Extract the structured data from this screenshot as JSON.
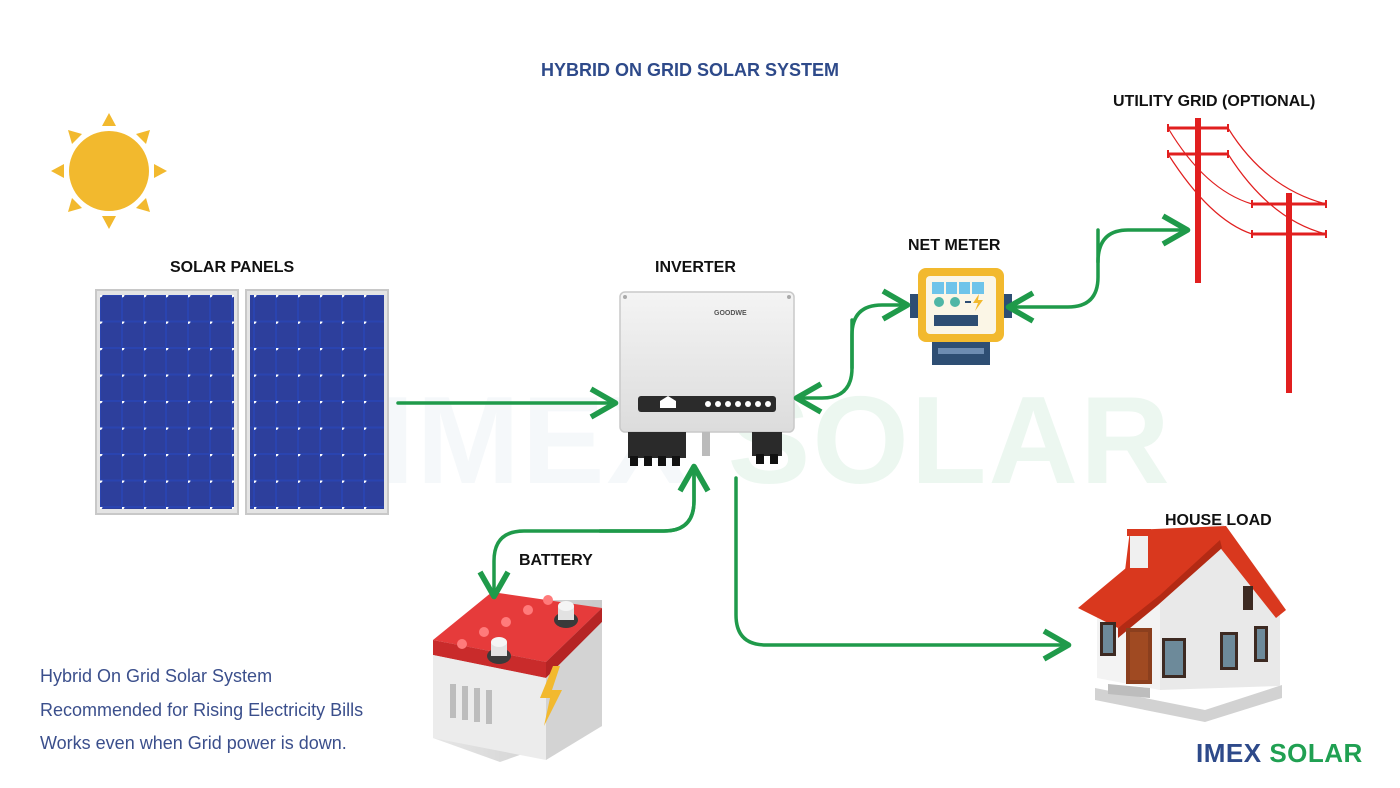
{
  "title": "HYBRID ON GRID SOLAR SYSTEM",
  "labels": {
    "solar_panels": "SOLAR PANELS",
    "inverter": "INVERTER",
    "net_meter": "NET METER",
    "utility_grid": "UTILITY GRID (OPTIONAL)",
    "battery": "BATTERY",
    "house_load": "HOUSE LOAD"
  },
  "inverter_brand": "GOODWE",
  "notes": [
    "Hybrid On Grid Solar System",
    "Recommended for Rising Electricity Bills",
    "Works even when Grid power is down."
  ],
  "brand": {
    "part1": "IMEX",
    "part2": "SOLAR"
  },
  "watermark": {
    "part1": "IMEX",
    "part2": "SOLAR"
  },
  "colors": {
    "arrow": "#1f9a4a",
    "title": "#2e4a8a",
    "sun": "#f2b92e",
    "pole": "#e11f1f",
    "panel": "#233a9e",
    "battery_top": "#e63b3b",
    "roof": "#d9381e"
  },
  "icons": [
    "sun-icon",
    "solar-panel-icon",
    "inverter-icon",
    "net-meter-icon",
    "utility-pole-icon",
    "battery-icon",
    "house-icon"
  ]
}
